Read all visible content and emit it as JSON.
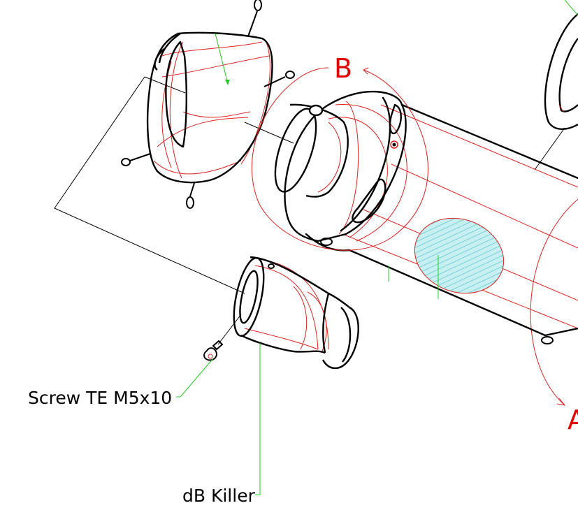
{
  "labels": {
    "screw": "Screw TE M5x10",
    "db_killer": "dB Killer",
    "view_b": "B",
    "view_a": "A"
  },
  "colors": {
    "outline": "#000000",
    "construction": "#e02020",
    "leader": "#22cc22",
    "hatch_fill": "#c8f0f2",
    "hatch_line": "#3cc0c8",
    "view_label": "#e00000"
  }
}
